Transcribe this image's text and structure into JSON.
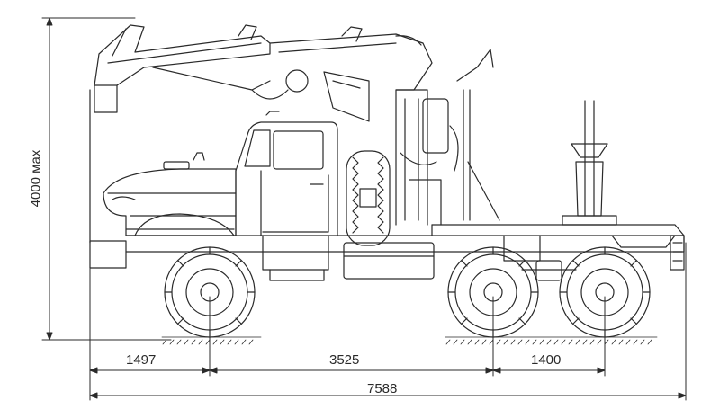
{
  "dimensions": {
    "height": "4000 мах",
    "front_overhang": "1497",
    "wheelbase": "3525",
    "rear_tandem": "1400",
    "overall_length": "7588"
  },
  "colors": {
    "line": "#2a2a2a",
    "fill": "#ffffff"
  }
}
